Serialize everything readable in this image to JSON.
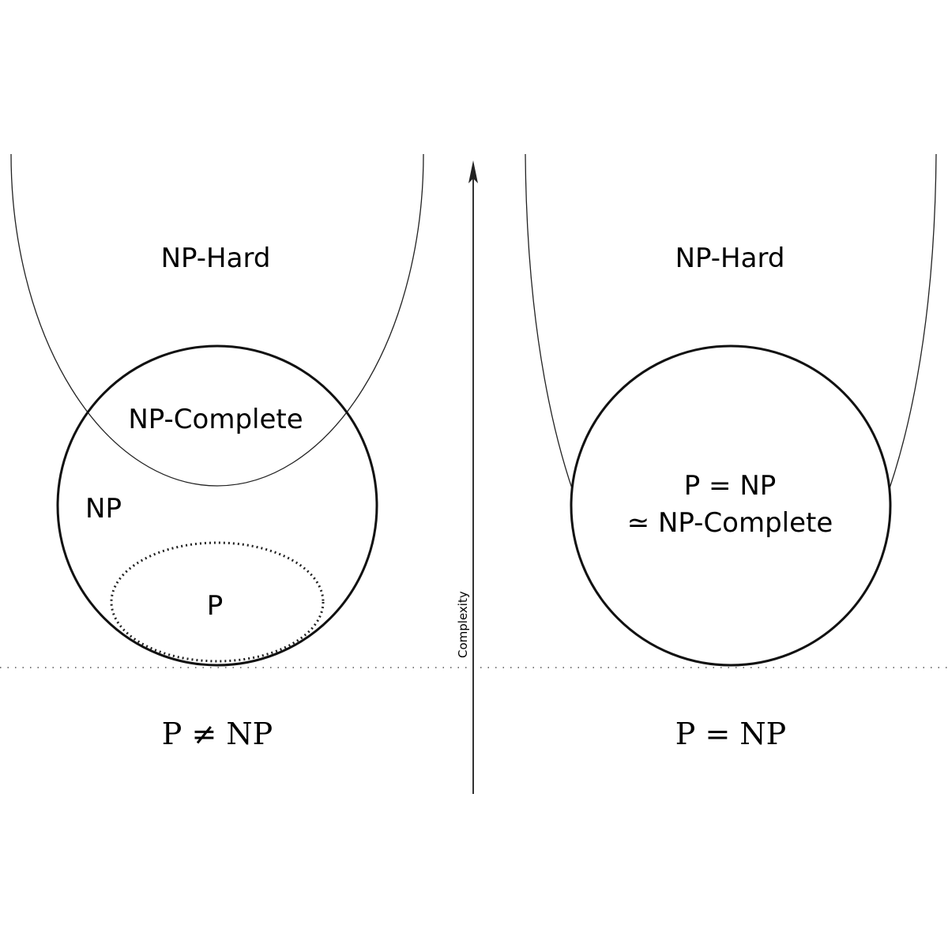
{
  "left": {
    "np_hard": "NP-Hard",
    "np_complete": "NP-Complete",
    "np": "NP",
    "p": "P",
    "caption": "P ≠ NP"
  },
  "right": {
    "np_hard": "NP-Hard",
    "line1": "P = NP",
    "line2": "≃ NP-Complete",
    "caption": "P = NP"
  },
  "axis": {
    "label": "Complexity"
  }
}
